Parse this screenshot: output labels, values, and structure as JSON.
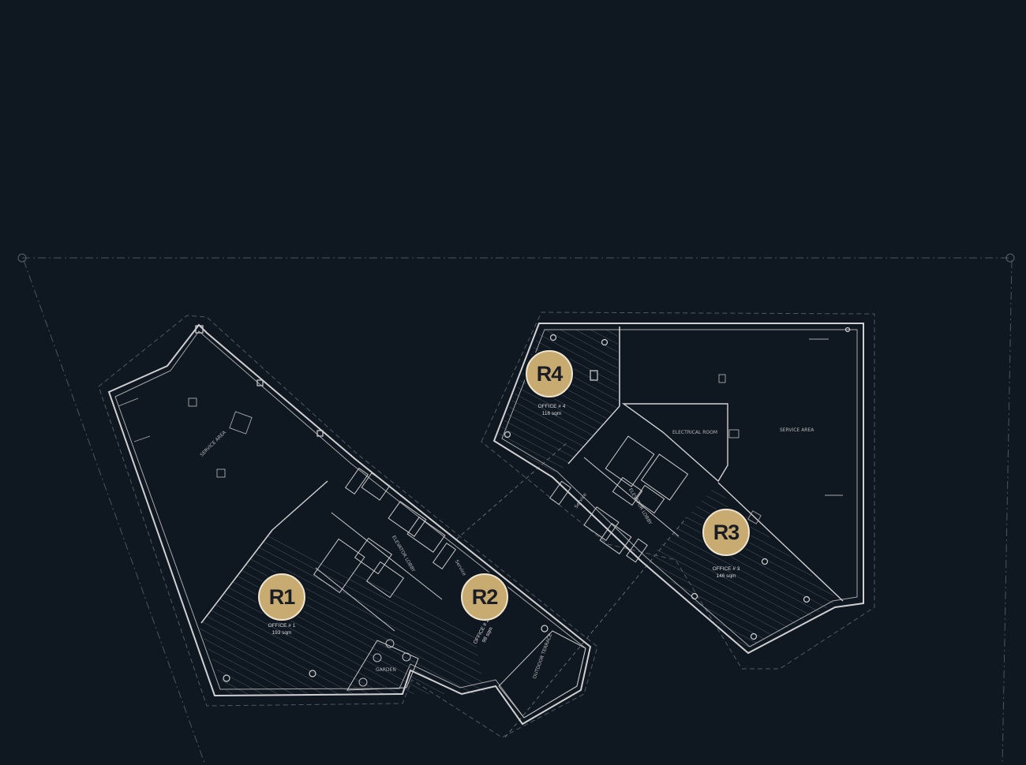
{
  "units": [
    {
      "id": "R1",
      "name": "OFFICE # 1",
      "area": "193 sqm"
    },
    {
      "id": "R2",
      "name": "OFFICE # 2",
      "area": "98 sqm"
    },
    {
      "id": "R3",
      "name": "OFFICE # 3",
      "area": "146 sqm"
    },
    {
      "id": "R4",
      "name": "OFFICE # 4",
      "area": "116 sqm"
    }
  ],
  "labels": {
    "service_area_left": "SERVICE AREA",
    "service_area_right": "SERVICE AREA",
    "electrical_room": "ELECTRICAL ROOM",
    "elevator_lobby_left": "ELEVATOR LOBBY",
    "elevator_lobby_right": "ELEVATOR LOBBY",
    "garden": "GARDEN",
    "outdoor_terrace": "OUTDOOR TERRACE",
    "service_left": "Service",
    "service_right": "Service"
  },
  "colors": {
    "background": "#0f1721",
    "line": "#c9c9c9",
    "marker": "#c8ab71"
  }
}
